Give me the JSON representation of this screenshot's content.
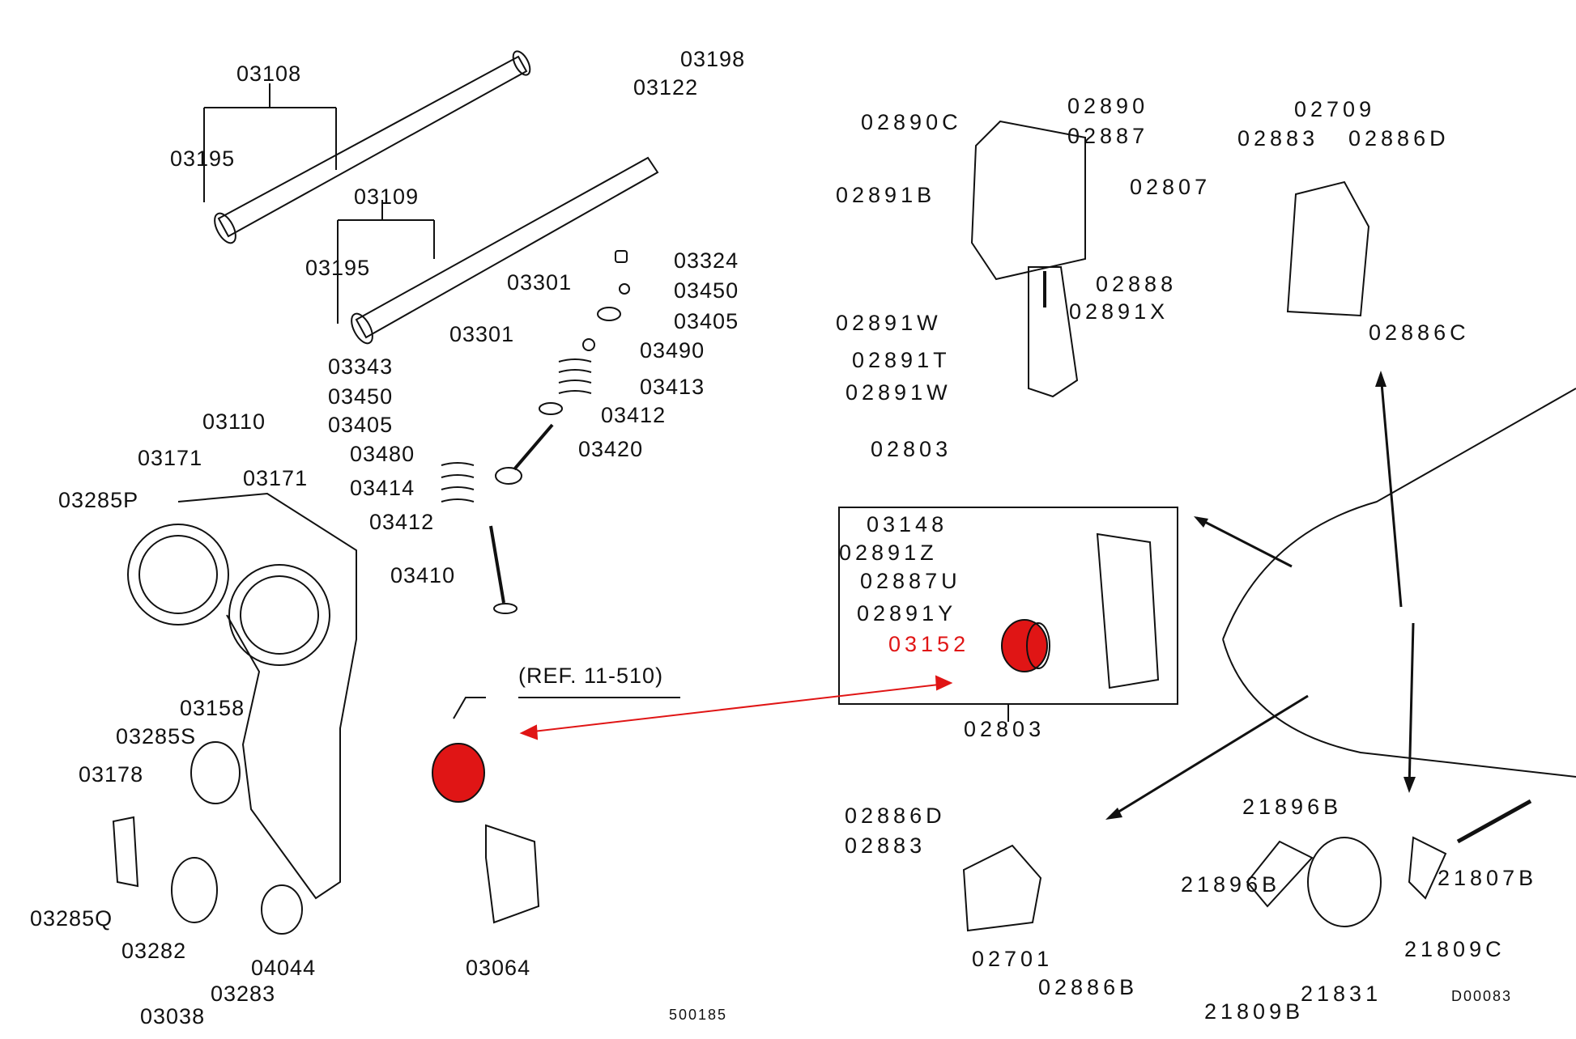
{
  "diagram": {
    "title": "Engine timing / camshaft / engine mount parts diagram",
    "highlight_color": "#e01515",
    "line_color": "#111111",
    "highlighted_part": "03152",
    "ref_note": "(REF. 11-510)",
    "codes": {
      "left_panel": "500185",
      "right_panel": "D00083"
    },
    "camshaft_group": {
      "labels": [
        "03108",
        "03195",
        "03109",
        "03195",
        "03122",
        "03198",
        "03324",
        "03301",
        "03450",
        "03405",
        "03490",
        "03413",
        "03412",
        "03420",
        "03301",
        "03343",
        "03450",
        "03405",
        "03480",
        "03414",
        "03412",
        "03410"
      ]
    },
    "timing_group": {
      "labels": [
        "03110",
        "03171",
        "03171",
        "03285P",
        "03158",
        "03285S",
        "03178",
        "03285Q",
        "03282",
        "03038",
        "03283",
        "04044",
        "03064"
      ]
    },
    "engine_mount_group": {
      "labels": [
        "02890",
        "02890C",
        "02887",
        "02807",
        "02891B",
        "02888",
        "02891W",
        "02891X",
        "02891T",
        "02891W",
        "02803"
      ]
    },
    "inset_box": {
      "labels": [
        "03148",
        "02891Z",
        "02887U",
        "02891Y",
        "03152"
      ],
      "box_label": "02803"
    },
    "upper_right_mount": {
      "labels": [
        "02709",
        "02883",
        "02886D",
        "02886C"
      ]
    },
    "lower_mount": {
      "labels": [
        "02886D",
        "02883",
        "02701",
        "02886B"
      ]
    },
    "rear_mount": {
      "labels": [
        "21896B",
        "21896B",
        "21807B",
        "21809C",
        "21831",
        "21809B"
      ]
    }
  }
}
